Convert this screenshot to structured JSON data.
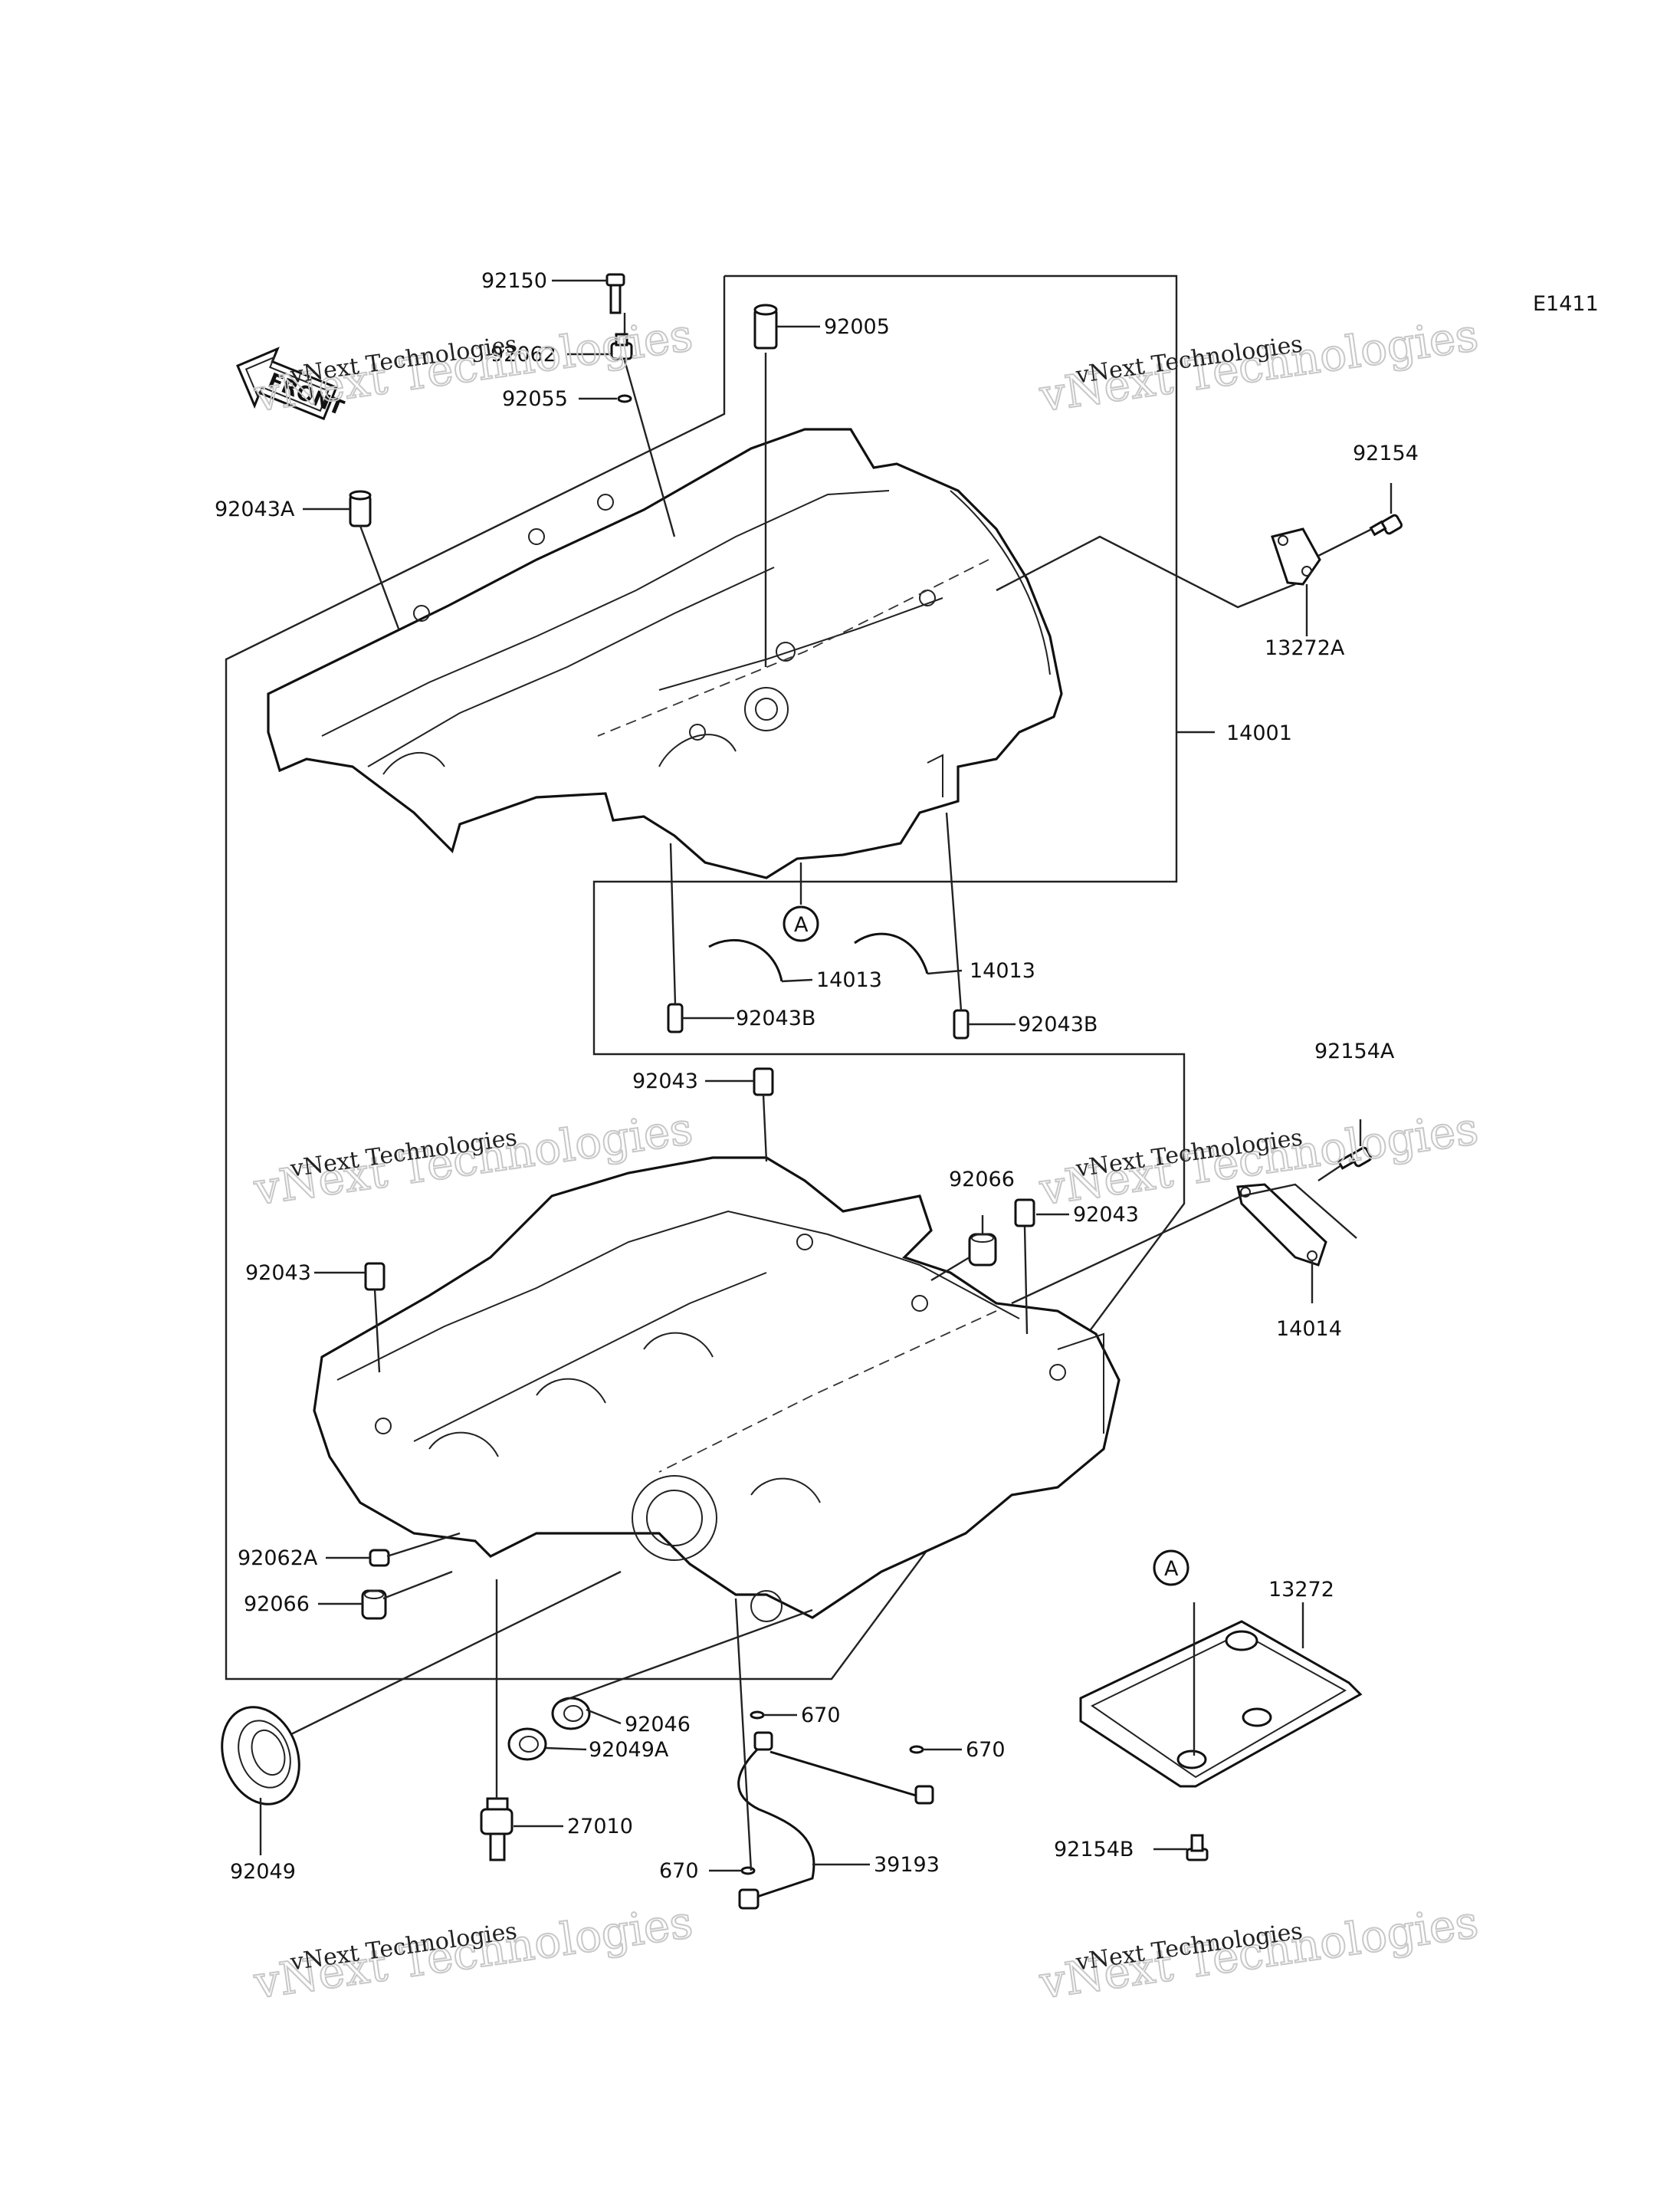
{
  "diagram": {
    "code": "E1411",
    "front_label": "FRONT",
    "callout_marker": "A",
    "watermark": {
      "line1": "vNext Technologies",
      "line2": "vNext Technologies"
    },
    "parts": [
      {
        "id": "p92150",
        "number": "92150"
      },
      {
        "id": "p92062",
        "number": "92062"
      },
      {
        "id": "p92055",
        "number": "92055"
      },
      {
        "id": "p92005",
        "number": "92005"
      },
      {
        "id": "p92043A",
        "number": "92043A"
      },
      {
        "id": "p92154",
        "number": "92154"
      },
      {
        "id": "p13272A",
        "number": "13272A"
      },
      {
        "id": "p14001",
        "number": "14001"
      },
      {
        "id": "p14013a",
        "number": "14013"
      },
      {
        "id": "p14013b",
        "number": "14013"
      },
      {
        "id": "p92043Ba",
        "number": "92043B"
      },
      {
        "id": "p92043Bb",
        "number": "92043B"
      },
      {
        "id": "p92043a",
        "number": "92043"
      },
      {
        "id": "p92154A",
        "number": "92154A"
      },
      {
        "id": "p92066a",
        "number": "92066"
      },
      {
        "id": "p92043b",
        "number": "92043"
      },
      {
        "id": "p92043c",
        "number": "92043"
      },
      {
        "id": "p14014",
        "number": "14014"
      },
      {
        "id": "p92062A",
        "number": "92062A"
      },
      {
        "id": "p92066b",
        "number": "92066"
      },
      {
        "id": "p13272",
        "number": "13272"
      },
      {
        "id": "p670a",
        "number": "670"
      },
      {
        "id": "p92046",
        "number": "92046"
      },
      {
        "id": "p670b",
        "number": "670"
      },
      {
        "id": "p92049A",
        "number": "92049A"
      },
      {
        "id": "p27010",
        "number": "27010"
      },
      {
        "id": "p92049",
        "number": "92049"
      },
      {
        "id": "p39193",
        "number": "39193"
      },
      {
        "id": "p670c",
        "number": "670"
      },
      {
        "id": "p92154B",
        "number": "92154B"
      }
    ]
  }
}
